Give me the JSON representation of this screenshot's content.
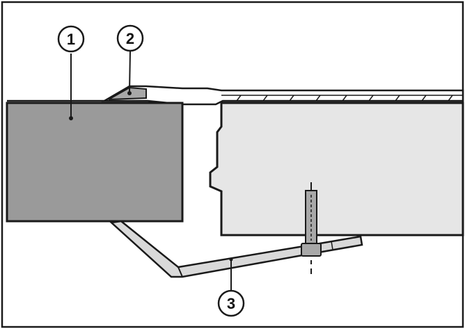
{
  "callouts": [
    {
      "id": "1",
      "label": "1"
    },
    {
      "id": "2",
      "label": "2"
    },
    {
      "id": "3",
      "label": "3"
    }
  ],
  "colors": {
    "stroke": "#1a1a1a",
    "unit_fill": "#9a9a9a",
    "panel_fill": "#e6e6e6",
    "frame_fill": "#ffffff",
    "arm_fill": "#d9d9d9",
    "bracket_fill": "#a8a8a8"
  }
}
